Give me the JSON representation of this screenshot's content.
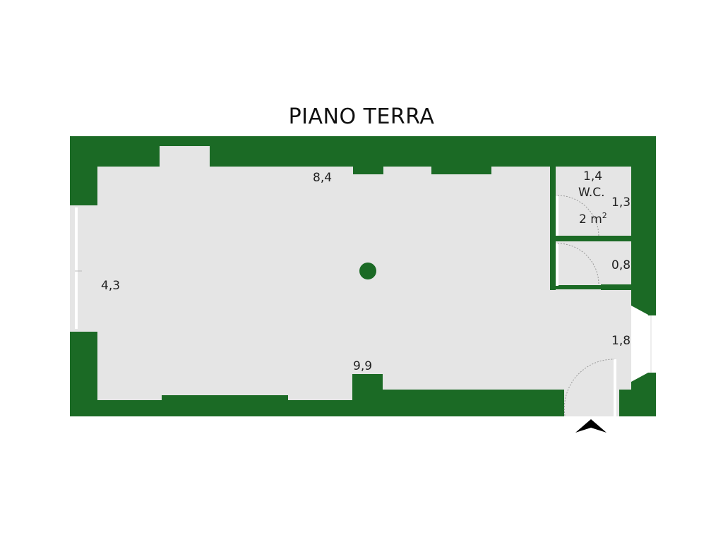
{
  "title": "PIANO TERRA",
  "colors": {
    "wall": "#1b6a25",
    "floor": "#e5e5e5",
    "background": "#ffffff",
    "arrow": "#000000",
    "text": "#222222"
  },
  "rooms": [
    {
      "name": "main-room",
      "label": ""
    },
    {
      "name": "wc",
      "label": "W.C.",
      "area": "2 m²"
    }
  ],
  "dimensions": {
    "top_main": "8,4",
    "bottom_main": "9,9",
    "left_main": "4,3",
    "wc_width": "1,4",
    "wc_depth": "1,3",
    "hall_depth": "0,8",
    "entry_depth": "1,8"
  },
  "wc": {
    "label": "W.C.",
    "area_number": "2 m",
    "area_sup": "2"
  },
  "icons": {
    "column": "column-dot",
    "entrance": "entrance-arrow"
  }
}
